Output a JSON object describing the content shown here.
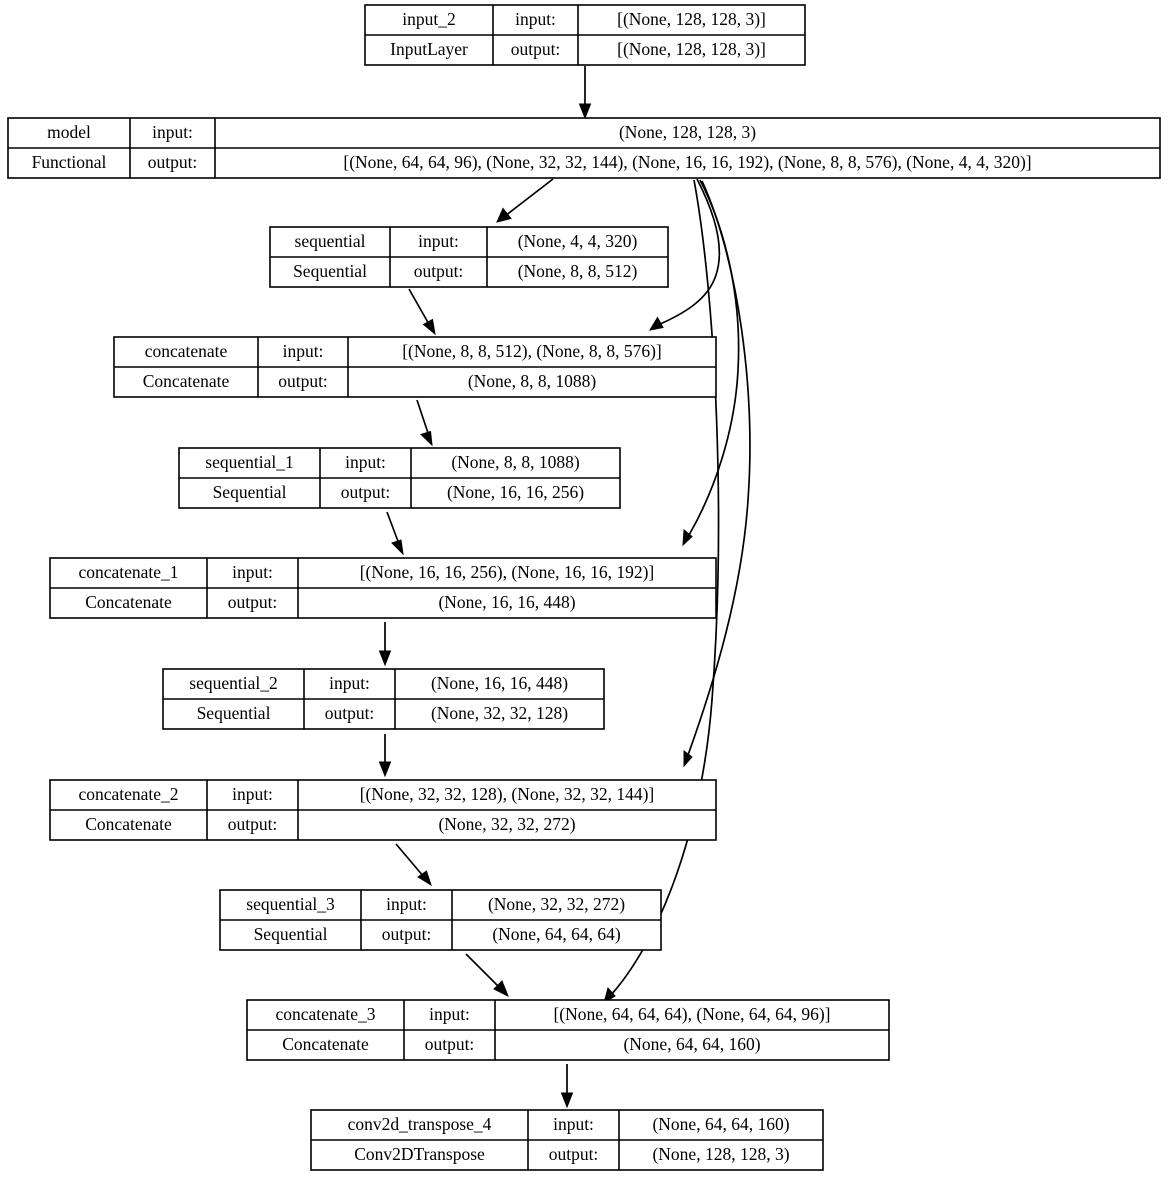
{
  "diagram": {
    "title": "Keras model architecture graph",
    "type": "model-plot",
    "row_labels": {
      "input": "input:",
      "output": "output:"
    },
    "colors": {
      "node_fill": "#ffffff",
      "node_stroke": "#000000",
      "edge_stroke": "#000000",
      "text": "#000000"
    }
  },
  "nodes": [
    {
      "id": "input_2",
      "name": "input_2",
      "class_name": "InputLayer",
      "input_label": "input:",
      "output_label": "output:",
      "input_shape": "[(None, 128, 128, 3)]",
      "output_shape": "[(None, 128, 128, 3)]"
    },
    {
      "id": "model",
      "name": "model",
      "class_name": "Functional",
      "input_label": "input:",
      "output_label": "output:",
      "input_shape": "(None, 128, 128, 3)",
      "output_shape": "[(None, 64, 64, 96), (None, 32, 32, 144), (None, 16, 16, 192), (None, 8, 8, 576), (None, 4, 4, 320)]"
    },
    {
      "id": "sequential",
      "name": "sequential",
      "class_name": "Sequential",
      "input_label": "input:",
      "output_label": "output:",
      "input_shape": "(None, 4, 4, 320)",
      "output_shape": "(None, 8, 8, 512)"
    },
    {
      "id": "concatenate",
      "name": "concatenate",
      "class_name": "Concatenate",
      "input_label": "input:",
      "output_label": "output:",
      "input_shape": "[(None, 8, 8, 512), (None, 8, 8, 576)]",
      "output_shape": "(None, 8, 8, 1088)"
    },
    {
      "id": "sequential_1",
      "name": "sequential_1",
      "class_name": "Sequential",
      "input_label": "input:",
      "output_label": "output:",
      "input_shape": "(None, 8, 8, 1088)",
      "output_shape": "(None, 16, 16, 256)"
    },
    {
      "id": "concatenate_1",
      "name": "concatenate_1",
      "class_name": "Concatenate",
      "input_label": "input:",
      "output_label": "output:",
      "input_shape": "[(None, 16, 16, 256), (None, 16, 16, 192)]",
      "output_shape": "(None, 16, 16, 448)"
    },
    {
      "id": "sequential_2",
      "name": "sequential_2",
      "class_name": "Sequential",
      "input_label": "input:",
      "output_label": "output:",
      "input_shape": "(None, 16, 16, 448)",
      "output_shape": "(None, 32, 32, 128)"
    },
    {
      "id": "concatenate_2",
      "name": "concatenate_2",
      "class_name": "Concatenate",
      "input_label": "input:",
      "output_label": "output:",
      "input_shape": "[(None, 32, 32, 128), (None, 32, 32, 144)]",
      "output_shape": "(None, 32, 32, 272)"
    },
    {
      "id": "sequential_3",
      "name": "sequential_3",
      "class_name": "Sequential",
      "input_label": "input:",
      "output_label": "output:",
      "input_shape": "(None, 32, 32, 272)",
      "output_shape": "(None, 64, 64, 64)"
    },
    {
      "id": "concatenate_3",
      "name": "concatenate_3",
      "class_name": "Concatenate",
      "input_label": "input:",
      "output_label": "output:",
      "input_shape": "[(None, 64, 64, 64), (None, 64, 64, 96)]",
      "output_shape": "(None, 64, 64, 160)"
    },
    {
      "id": "conv2d_transpose_4",
      "name": "conv2d_transpose_4",
      "class_name": "Conv2DTranspose",
      "input_label": "input:",
      "output_label": "output:",
      "input_shape": "(None, 64, 64, 160)",
      "output_shape": "(None, 128, 128, 3)"
    }
  ],
  "edges": [
    {
      "from": "input_2",
      "to": "model"
    },
    {
      "from": "model",
      "to": "sequential"
    },
    {
      "from": "model",
      "to": "concatenate"
    },
    {
      "from": "model",
      "to": "concatenate_1"
    },
    {
      "from": "model",
      "to": "concatenate_2"
    },
    {
      "from": "model",
      "to": "concatenate_3"
    },
    {
      "from": "sequential",
      "to": "concatenate"
    },
    {
      "from": "concatenate",
      "to": "sequential_1"
    },
    {
      "from": "sequential_1",
      "to": "concatenate_1"
    },
    {
      "from": "concatenate_1",
      "to": "sequential_2"
    },
    {
      "from": "sequential_2",
      "to": "concatenate_2"
    },
    {
      "from": "concatenate_2",
      "to": "sequential_3"
    },
    {
      "from": "sequential_3",
      "to": "concatenate_3"
    },
    {
      "from": "concatenate_3",
      "to": "conv2d_transpose_4"
    }
  ]
}
